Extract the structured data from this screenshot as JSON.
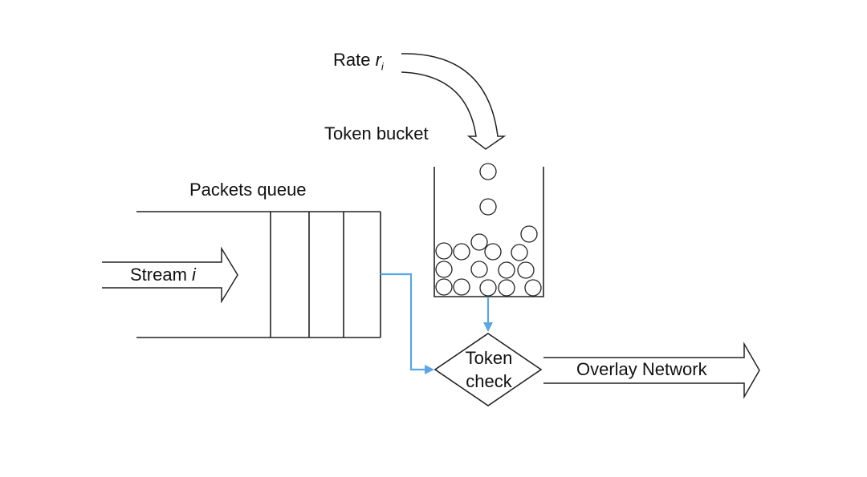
{
  "labels": {
    "rate_prefix": "Rate ",
    "rate_var": "r",
    "rate_sub": "i",
    "token_bucket": "Token bucket",
    "packets_queue": "Packets queue",
    "stream_prefix": "Stream ",
    "stream_var": "i",
    "token_check_line1": "Token",
    "token_check_line2": "check",
    "overlay_network": "Overlay Network"
  },
  "colors": {
    "line": "#222222",
    "flow_arrow": "#5aa6e6",
    "background": "#ffffff"
  }
}
